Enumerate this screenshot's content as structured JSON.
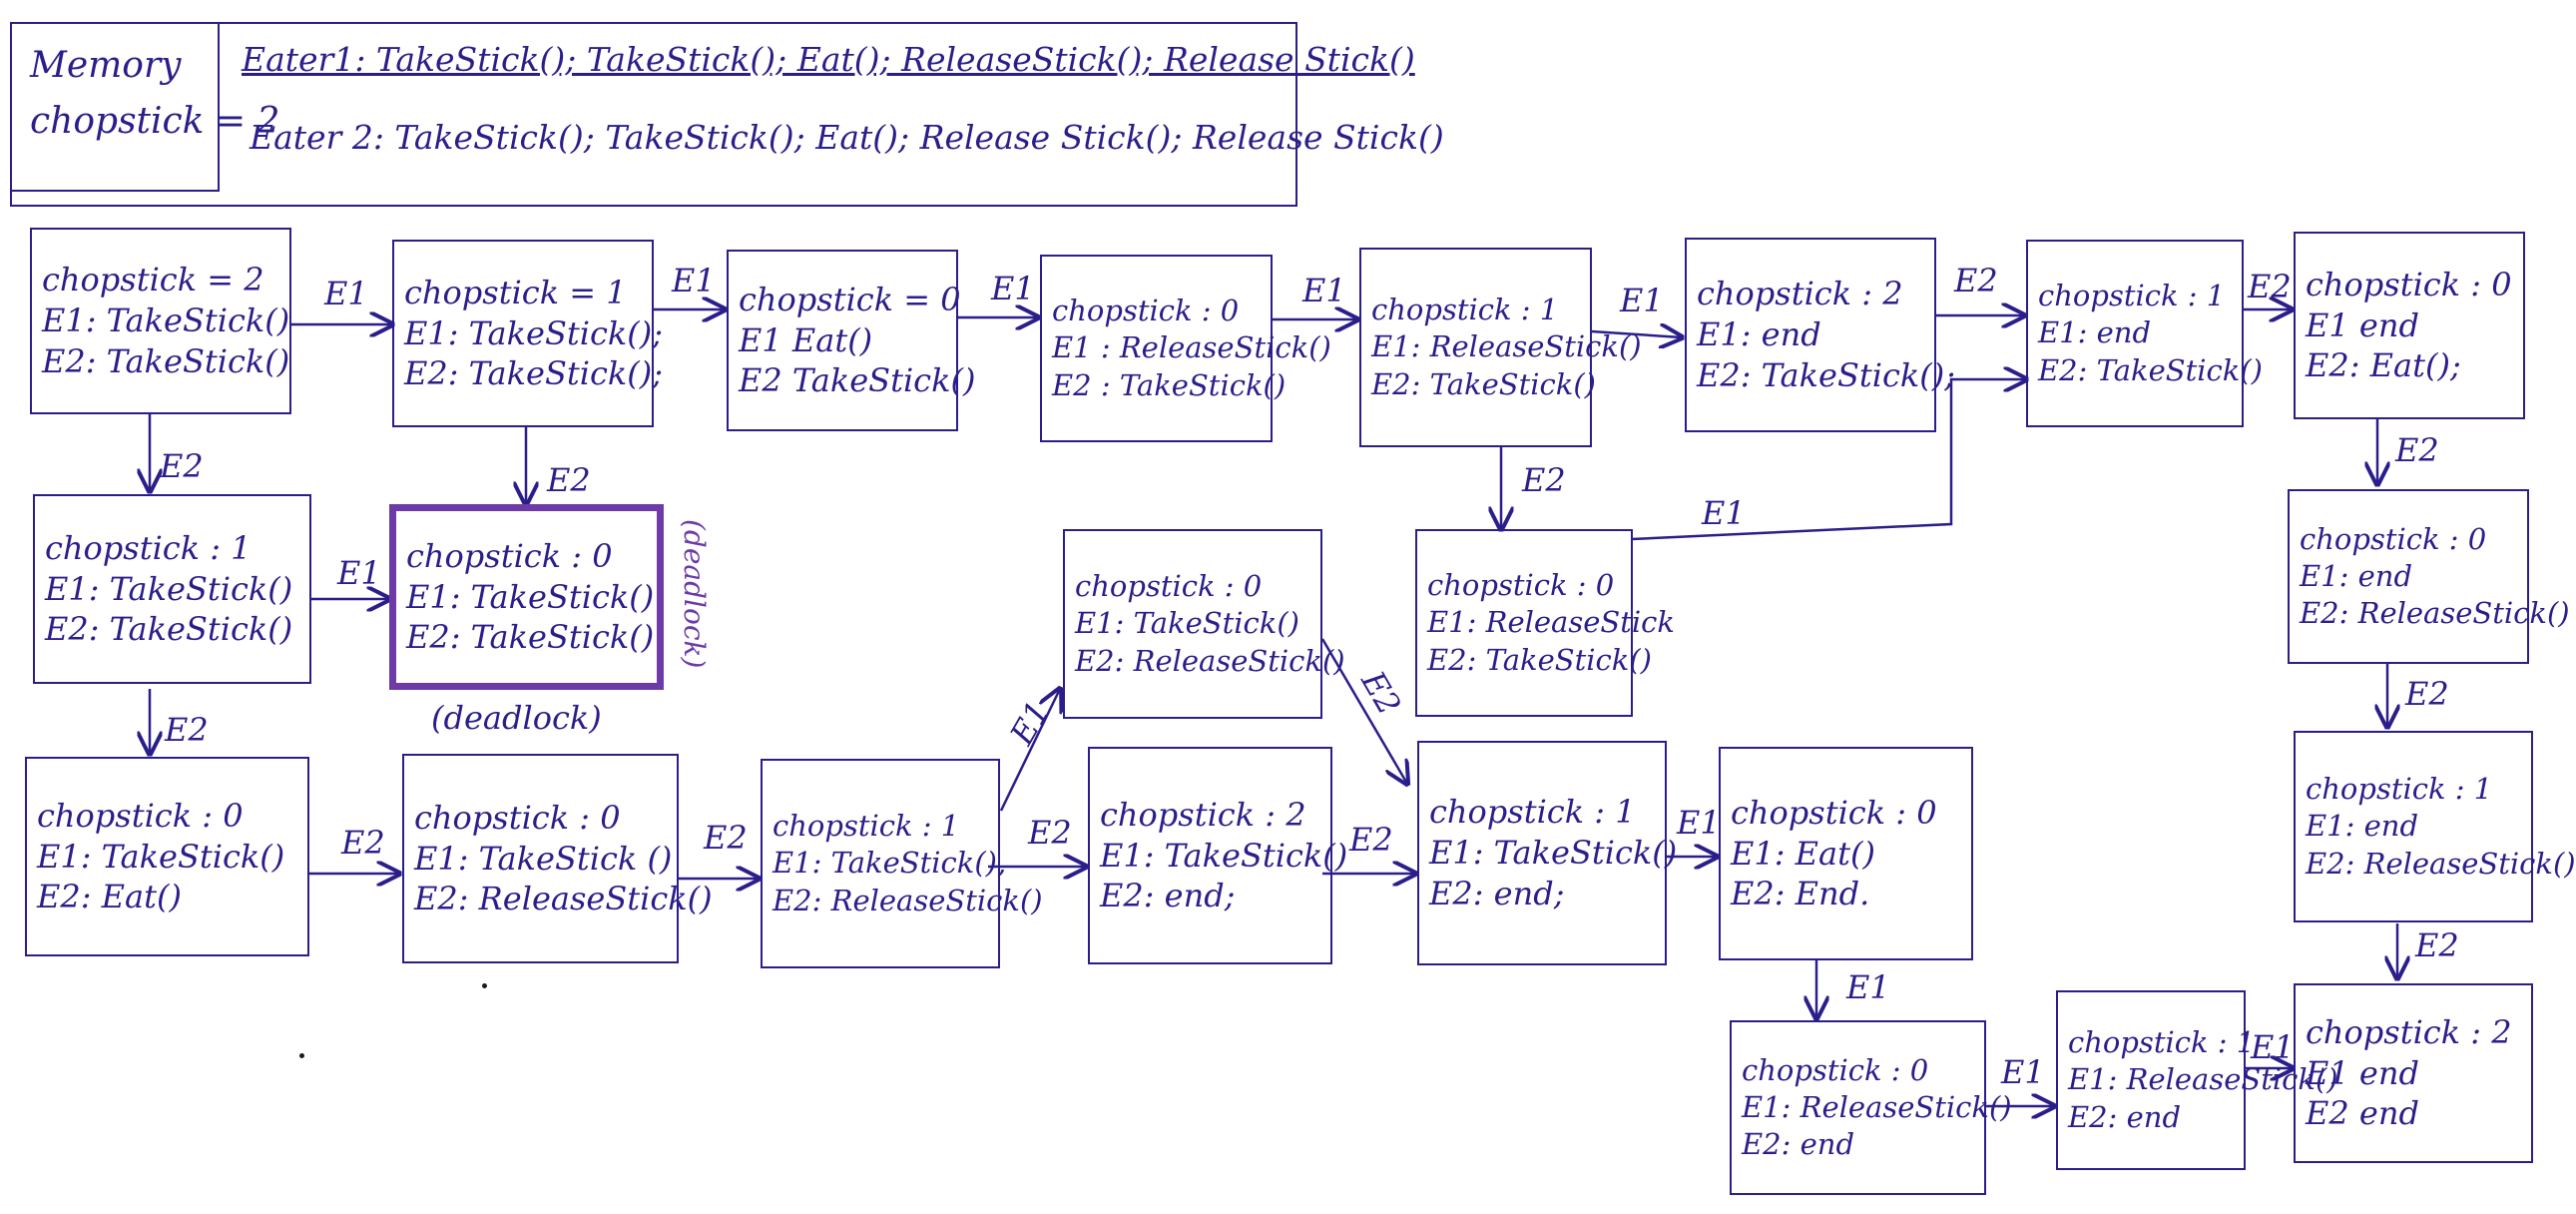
{
  "memory": {
    "title": "Memory",
    "value": "chopstick = 2",
    "eater1": "Eater1: TakeStick(); TakeStick(); Eat(); ReleaseStick(); Release Stick()",
    "eater2": "Eater 2: TakeStick(); TakeStick(); Eat(); Release Stick(); Release Stick()"
  },
  "states": {
    "s0": [
      "chopstick = 2",
      "E1: TakeStick()",
      "E2: TakeStick()"
    ],
    "s1": [
      "chopstick = 1",
      "E1: TakeStick();",
      "E2: TakeStick();"
    ],
    "s2": [
      "chopstick = 0",
      "E1  Eat()",
      "E2  TakeStick()"
    ],
    "s3": [
      "chopstick : 0",
      "E1 : ReleaseStick()",
      "E2 : TakeStick()"
    ],
    "s4": [
      "chopstick : 1",
      "E1: ReleaseStick()",
      "E2: TakeStick()"
    ],
    "s5": [
      "chopstick : 2",
      "E1: end",
      "E2: TakeStick();"
    ],
    "s6": [
      "chopstick : 1",
      "E1: end",
      "E2: TakeStick()"
    ],
    "s7": [
      "chopstick : 0",
      "E1 end",
      "E2: Eat();"
    ],
    "s8": [
      "chopstick : 1",
      "E1: TakeStick()",
      "E2: TakeStick()"
    ],
    "s9": [
      "chopstick : 0",
      "E1: TakeStick()",
      "E2: TakeStick()"
    ],
    "s10": [
      "chopstick : 0",
      "E1: ReleaseStick",
      "E2: TakeStick()"
    ],
    "s11": [
      "chopstick : 0",
      "E1: TakeStick()",
      "E2: ReleaseStick()"
    ],
    "s12": [
      "chopstick : 0",
      "E1: end",
      "E2: ReleaseStick()"
    ],
    "s13": [
      "chopstick : 0",
      "E1: TakeStick()",
      "E2: Eat()"
    ],
    "s14": [
      "chopstick : 0",
      "E1: TakeStick ()",
      "E2: ReleaseStick()"
    ],
    "s15": [
      "chopstick : 1",
      "E1: TakeStick(),",
      "E2: ReleaseStick()"
    ],
    "s16": [
      "chopstick : 2",
      "E1: TakeStick()",
      "E2: end;"
    ],
    "s17": [
      "chopstick : 1",
      "E1: TakeStick()",
      "E2: end;"
    ],
    "s18": [
      "chopstick : 0",
      "E1: Eat()",
      "E2: End."
    ],
    "s19": [
      "chopstick : 1",
      "E1: end",
      "E2: ReleaseStick()"
    ],
    "s20": [
      "chopstick : 0",
      "E1: ReleaseStick()",
      "E2: end"
    ],
    "s21": [
      "chopstick : 1",
      "E1: ReleaseStick()",
      "E2: end"
    ],
    "s22": [
      "chopstick : 2",
      "E1 end",
      "E2 end"
    ]
  },
  "labels": {
    "deadlock": "(deadlock)",
    "e1": "E1",
    "e2": "E2"
  }
}
